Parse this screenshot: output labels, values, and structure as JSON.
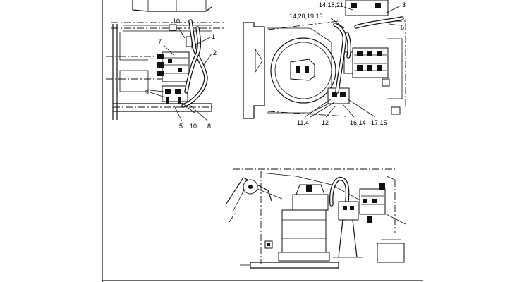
{
  "callouts_left": [
    {
      "text": "10"
    },
    {
      "text": "1"
    },
    {
      "text": "7"
    },
    {
      "text": "2"
    },
    {
      "text": "9"
    },
    {
      "text": "5"
    },
    {
      "text": "10"
    },
    {
      "text": "8"
    }
  ],
  "callouts_right_top": [
    {
      "text": "14,18,21"
    },
    {
      "text": "3"
    },
    {
      "text": "14,20,19.13"
    },
    {
      "text": "6"
    },
    {
      "text": "11,4"
    },
    {
      "text": "12"
    },
    {
      "text": "16.14"
    },
    {
      "text": "17,15"
    }
  ],
  "colors": {
    "line": "#111111",
    "background": "#ffffff"
  }
}
